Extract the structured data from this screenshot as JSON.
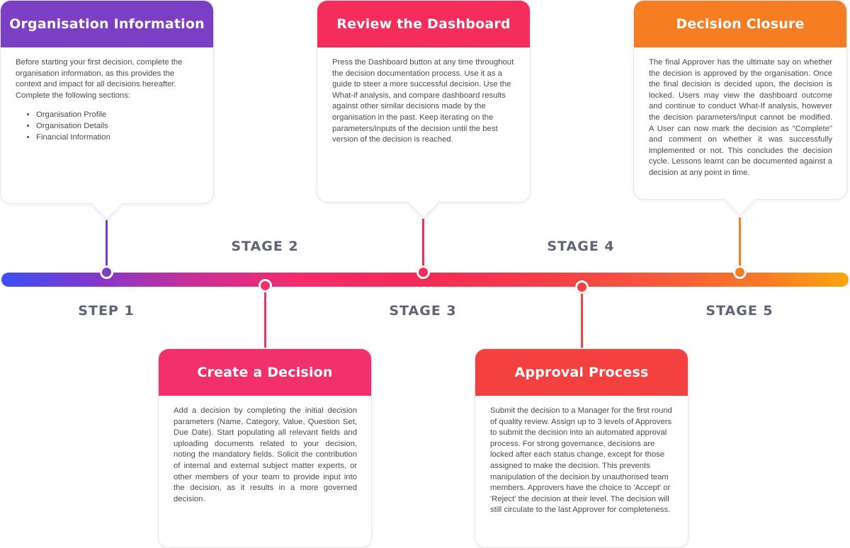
{
  "stages": [
    {
      "label": "STEP 1",
      "title": "Organisation Information",
      "color": "#7b3fc4",
      "body": "Before starting your first decision, complete the organisation information, as this provides the context and impact for all decisions hereafter. Complete the following sections:",
      "bullets": [
        "Organisation Profile",
        "Organisation Details",
        "Financial Information"
      ]
    },
    {
      "label": "STAGE 2",
      "title": "Create a Decision",
      "color": "#f2316c",
      "body": "Add a decision by completing the initial decision parameters (Name, Category, Value, Question Set, Due Date). Start populating all relevant fields and uploading documents related to your decision, noting the mandatory fields. Solicit the contribution of internal and external subject matter experts, or other members of your team to provide input into the decision, as it results in a more governed decision."
    },
    {
      "label": "STAGE 3",
      "title": "Review the Dashboard",
      "color": "#f52d5a",
      "body": "Press the Dashboard button at any time throughout the decision documentation process. Use it as a guide to steer a more successful decision. Use the What-if analysis, and compare dashboard results against other similar decisions made by the organisation in the past. Keep iterating on the parameters/inputs of the decision until the best version of the decision is reached."
    },
    {
      "label": "STAGE 4",
      "title": "Approval Process",
      "color": "#f4403f",
      "body": "Submit the decision to a Manager for the first round of quality review. Assign up to 3 levels of Approvers to submit the decision into an automated approval process. For strong governance, decisions are locked after each status change, except for those assigned to make the decision. This prevents manipulation of the decision by unauthorised team members. Approvers have the choice to 'Accept' or 'Reject' the decision at their level. The decision will still circulate to the last Approver for completeness."
    },
    {
      "label": "STAGE 5",
      "title": "Decision Closure",
      "color": "#f77d22",
      "body": "The final Approver has the ultimate say on whether the decision is approved by the organisation. Once the final decision is decided upon, the decision is locked. Users may view the dashboard outcome and continue to conduct What-If analysis, however the decision parameters/input cannot be modified. A User can now mark the decision as \"Complete\" and comment on whether it was successfully implemented or not. This concludes the decision cycle. Lessons learnt can be documented against a decision at any point in time."
    }
  ]
}
